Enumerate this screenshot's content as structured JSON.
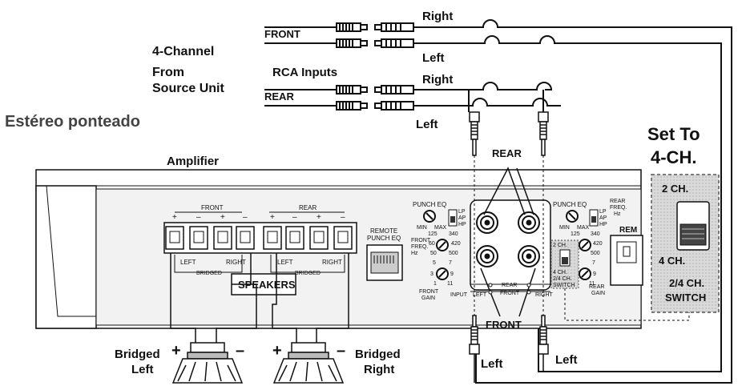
{
  "heading": "Estéreo ponteado",
  "source": {
    "line1": "4-Channel",
    "line2": "From",
    "line3": "Source Unit",
    "rca_label": "RCA Inputs",
    "front_label": "FRONT",
    "rear_label": "REAR"
  },
  "cable_labels": {
    "front_right": "Right",
    "front_left": "Left",
    "rear_right": "Right",
    "rear_left": "Left",
    "bottom_left_1": "Left",
    "bottom_left_2": "Left"
  },
  "amplifier": {
    "title": "Amplifier",
    "front_header": "FRONT",
    "rear_header": "REAR",
    "polarity": [
      "+",
      "–",
      "+",
      "–",
      "+",
      "–",
      "+",
      "–"
    ],
    "front_left": "LEFT",
    "front_right": "RIGHT",
    "rear_left": "LEFT",
    "rear_right": "RIGHT",
    "bridged_front": "BRIDGED",
    "bridged_rear": "BRIDGED",
    "speakers_label": "SPEAKERS",
    "remote_line1": "REMOTE",
    "remote_line2": "PUNCH EQ",
    "punch_eq_left": "PUNCH EQ",
    "punch_eq_right": "PUNCH EQ",
    "min": "MIN",
    "max": "MAX",
    "lp": "LP",
    "ap": "AP",
    "hp": "HP",
    "front_freq_1": "FRONT",
    "front_freq_2": "FREQ.",
    "front_freq_3": "Hz",
    "rear_freq_1": "REAR",
    "rear_freq_2": "FREQ.",
    "rear_freq_3": "Hz",
    "freq_125": "125",
    "freq_340": "340",
    "freq_60": "60",
    "freq_420": "420",
    "freq_50": "50",
    "freq_500": "500",
    "gain_5": "5",
    "gain_7": "7",
    "gain_3": "3",
    "gain_9": "9",
    "gain_1": "1",
    "gain_11": "11",
    "front_gain_1": "FRONT",
    "front_gain_2": "GAIN",
    "rear_gain_1": "REAR",
    "rear_gain_2": "GAIN",
    "input_label": "INPUT",
    "input_left": "LEFT",
    "input_right": "RIGHT",
    "input_rear": "REAR",
    "input_front": "FRONT",
    "rca_rear": "REAR",
    "rca_front": "FRONT",
    "sw_2ch": "2 CH.",
    "sw_4ch": "4 CH.",
    "sw_24_1": "2/4 CH.",
    "sw_24_2": "SWITCH",
    "rem": "REM"
  },
  "switch_callout": {
    "set_to_1": "Set To",
    "set_to_2": "4-CH.",
    "ch2": "2 CH.",
    "ch4": "4 CH.",
    "ch24": "2/4 CH.",
    "switch": "SWITCH"
  },
  "speakers": {
    "left_1": "Bridged",
    "left_2": "Left",
    "right_1": "Bridged",
    "right_2": "Right",
    "plus": "+",
    "minus": "–"
  }
}
